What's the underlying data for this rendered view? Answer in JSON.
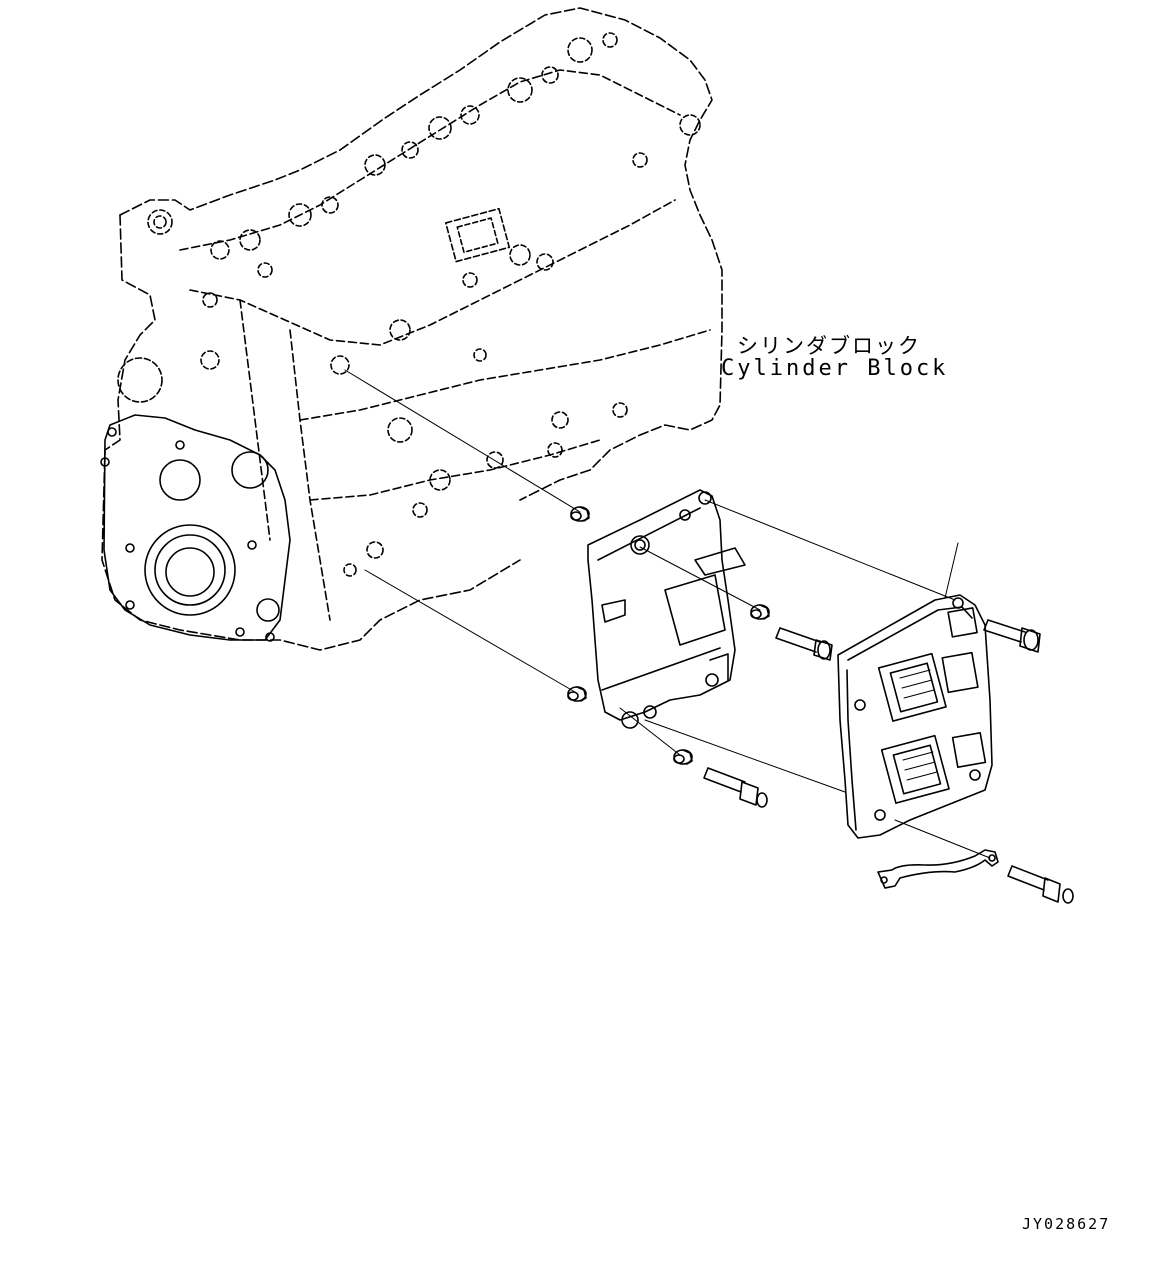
{
  "labels": {
    "part_jp": "シリンダブロック",
    "part_en": "Cylinder Block",
    "drawing_code": "JY028627"
  },
  "colors": {
    "line": "#000000",
    "background": "#ffffff"
  }
}
